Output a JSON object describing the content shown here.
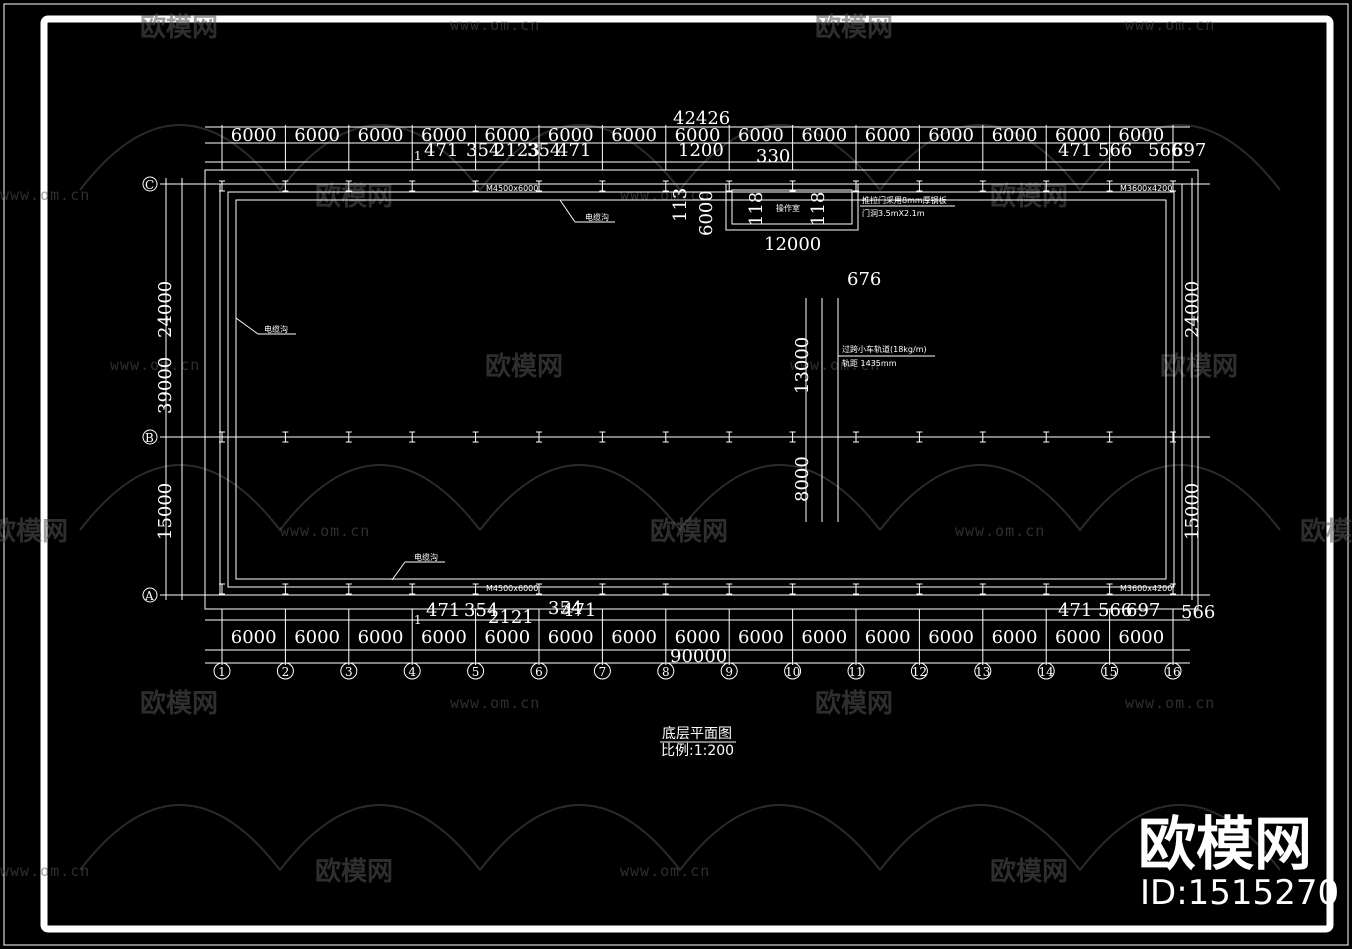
{
  "drawing": {
    "title": "底层平面图",
    "scale": "比例:1:200"
  },
  "dimensions": {
    "overall_top": "42426",
    "overall_bottom": "90000",
    "bay": "6000",
    "top_sub": [
      "471",
      "354",
      "2123",
      "354",
      "471",
      "1200",
      "330",
      "471",
      "566",
      "566",
      "697"
    ],
    "bottom_sub": [
      "471",
      "354",
      "2121",
      "354",
      "471",
      "471",
      "566",
      "697",
      "566"
    ],
    "left_total": "39000",
    "left_upper": "24000",
    "left_lower": "15000",
    "right_upper": "24000",
    "right_lower": "15000",
    "pit": [
      "113",
      "6000",
      "118",
      "118",
      "12000"
    ],
    "rail_width": "676",
    "rail_upper": "13000",
    "rail_lower": "8000",
    "one": "1"
  },
  "grid_axes": {
    "columns": [
      "1",
      "2",
      "3",
      "4",
      "5",
      "6",
      "7",
      "8",
      "9",
      "10",
      "11",
      "12",
      "13",
      "14",
      "15",
      "16"
    ],
    "rows": [
      "C",
      "B",
      "A"
    ]
  },
  "notes": {
    "cable_trench": "电缆沟",
    "door_top_left": "M4500x6000",
    "door_top_right": "M3600x4200",
    "door_bottom_left": "M4500x6000",
    "door_bottom_right": "M3600x4200",
    "room": "操作室",
    "door_note_1": "推拉门采用8mm厚钢板",
    "door_note_2": "门洞3.5mX2.1m",
    "rail_note_1": "过跨小车轨道(18kg/m)",
    "rail_note_2": "轨距 1435mm"
  },
  "watermark": {
    "text": "欧模网",
    "url": "www.om.cn",
    "brand": "欧模网",
    "id": "ID:1515270"
  },
  "colors": {
    "background": "#000000",
    "line": "#ffffff",
    "frame": "#ffffff",
    "watermark": "#555555"
  }
}
